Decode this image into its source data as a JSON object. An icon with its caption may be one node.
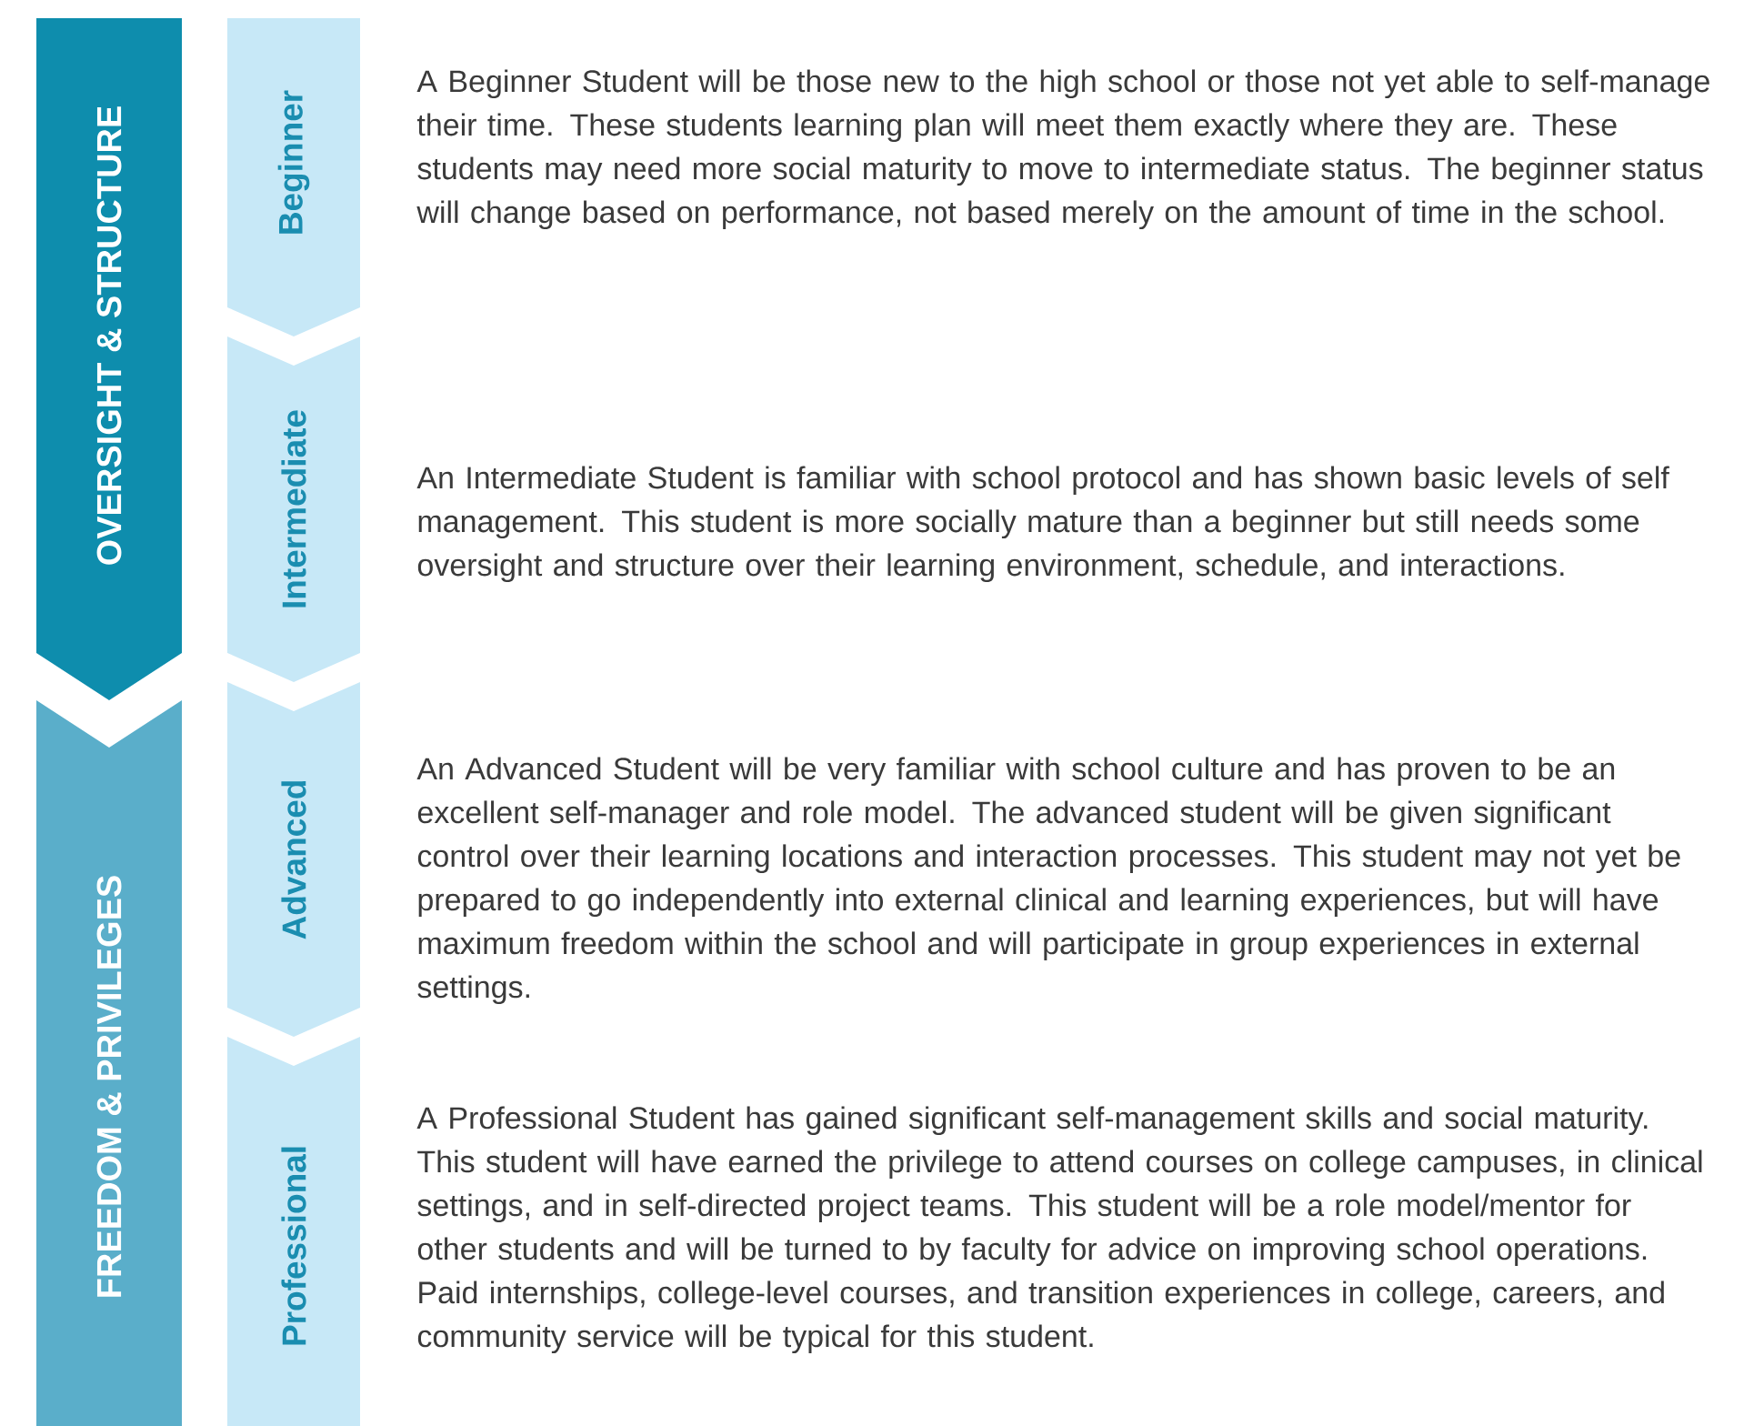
{
  "diagram": {
    "nodes": [
      {
        "text": [
          "OVERSIGHT & STRUCTURE"
        ]
      },
      {
        "text": [
          "FREEDOM & PRIVILEGES"
        ]
      },
      {
        "text": [
          "Beginner"
        ],
        "beside": [
          "A Beginner Student will be those new to the high school or those not yet able to self-manage their time. These students learning plan will meet them exactly where they are. These students may need more social maturity to move to intermediate status. The beginner status will change based on performance, not based merely on the amount of time in the school."
        ]
      },
      {
        "text": [
          "Intermediate"
        ],
        "beside": [
          "An Intermediate Student is familiar with school protocol and has shown basic levels of self management. This student is more socially mature than a beginner but still needs some oversight and structure over their learning environment, schedule, and interactions."
        ]
      },
      {
        "text": [
          "Advanced"
        ],
        "beside": [
          "An Advanced Student will be very familiar with school culture and has proven to be an excellent self-manager and role model. The advanced student will be given significant control over their learning locations and interaction processes. This student may not yet be prepared to go independently into external clinical and learning experiences, but will have maximum freedom within the school and will participate in group experiences in external settings."
        ]
      },
      {
        "text": [
          "Professional"
        ],
        "beside": [
          "A Professional Student has gained significant self-management skills and social maturity. This student will have earned the privilege to attend courses on college campuses, in clinical settings, and in self-directed project teams. This student will be a role model/mentor for other students and will be turned to by faculty for advice on improving school operations. Paid internships, college-level courses, and transition experiences in college, careers, and community service will be typical for this student."
        ]
      }
    ]
  }
}
